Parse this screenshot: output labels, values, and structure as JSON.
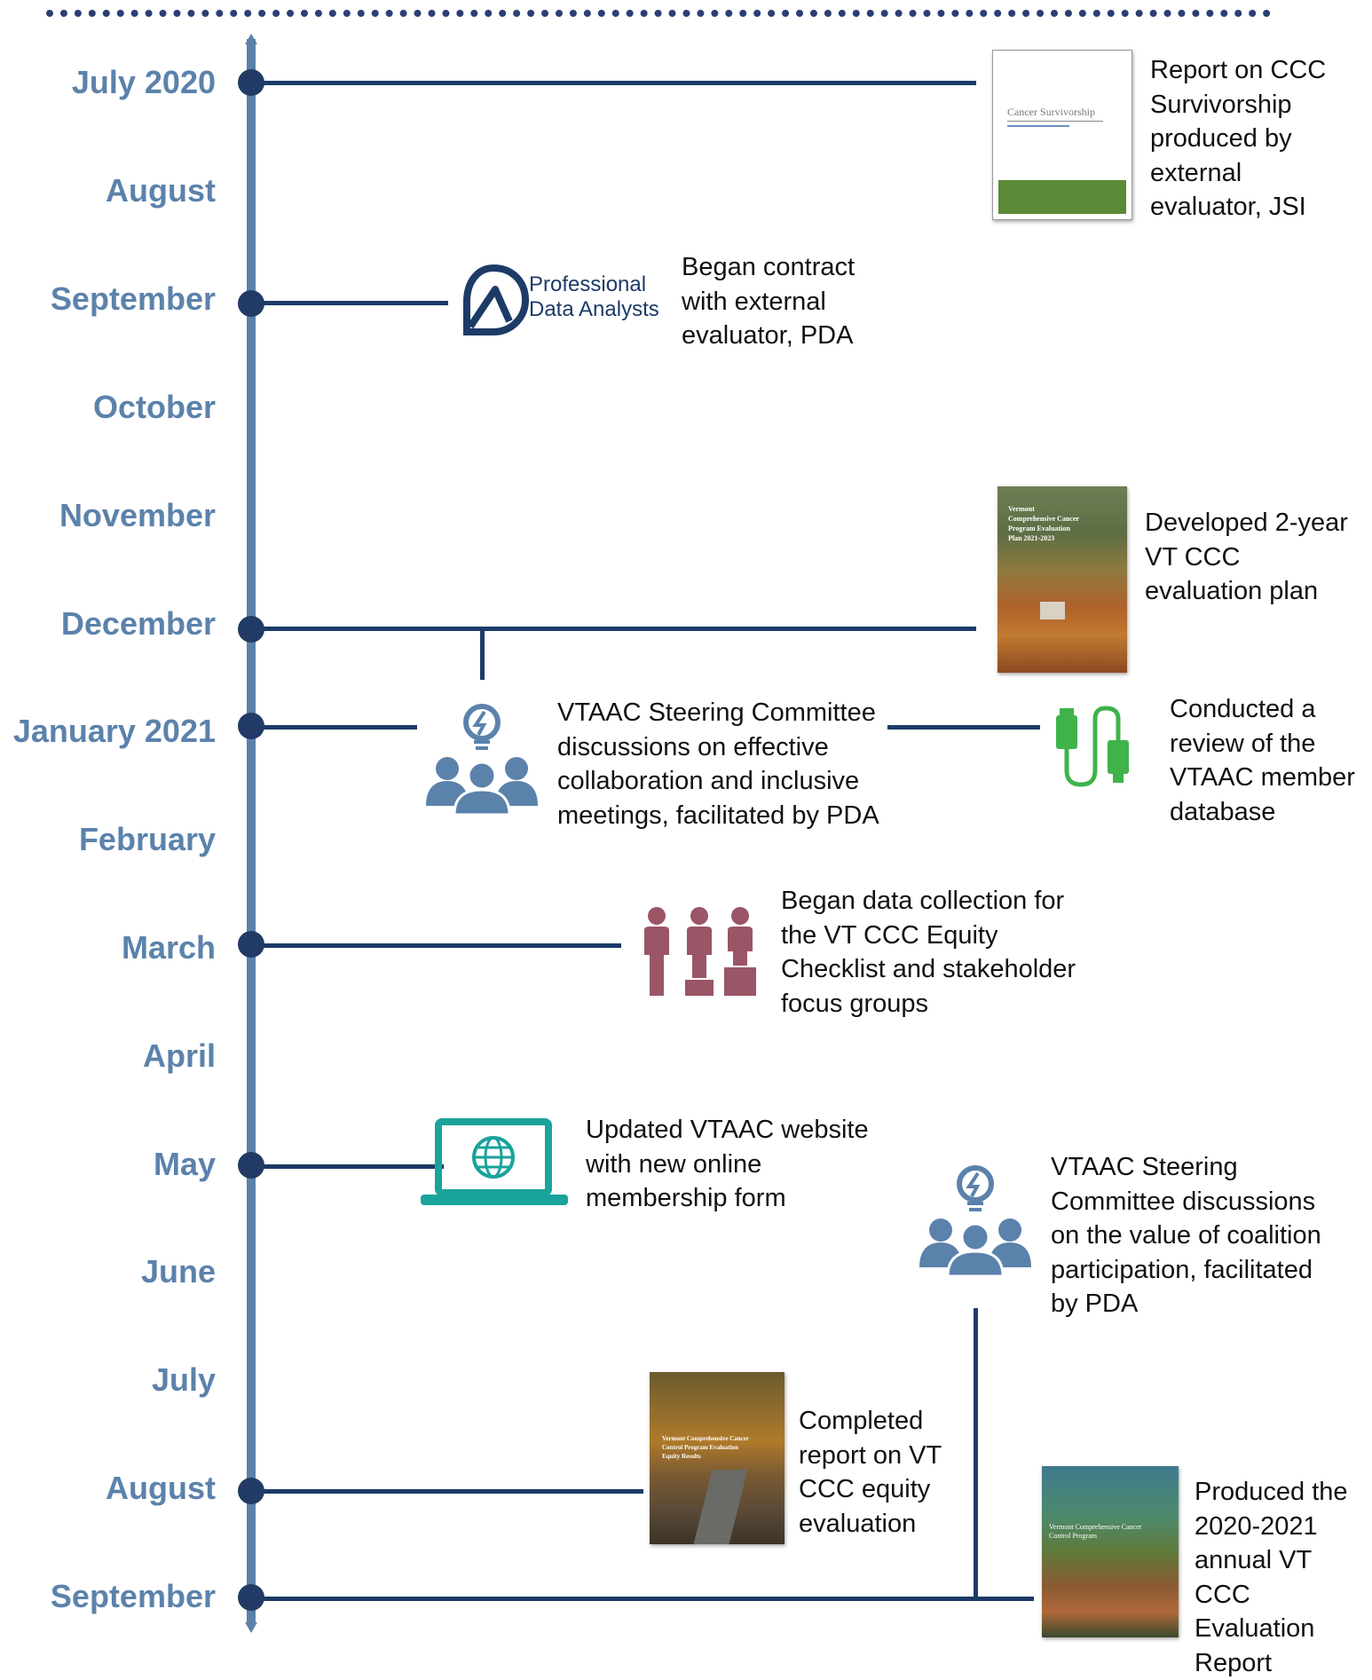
{
  "months": [
    "July 2020",
    "August",
    "September",
    "October",
    "November",
    "December",
    "January 2021",
    "February",
    "March",
    "April",
    "May",
    "June",
    "July",
    "August",
    "September"
  ],
  "events": {
    "jsi_report": "Report on CCC Survivorship produced by external evaluator, JSI",
    "pda_contract": "Began contract with external evaluator, PDA",
    "eval_plan": "Developed 2-year VT CCC evaluation plan",
    "steering_jan": "VTAAC Steering Committee discussions on effective collaboration and inclusive meetings, facilitated by PDA",
    "member_db": "Conducted a review of the VTAAC member database",
    "equity_data": "Began data collection for the VT CCC Equity Checklist and stakeholder focus groups",
    "website": "Updated VTAAC website with new online membership form",
    "steering_jun": "VTAAC Steering Committee discussions on the value of coalition participation, facilitated by PDA",
    "equity_report": "Completed report on VT CCC equity evaluation",
    "annual_report": "Produced the 2020-2021 annual VT CCC Evaluation Report"
  },
  "logo": {
    "line1": "Professional",
    "line2": "Data Analysts"
  },
  "covers": {
    "survivorship": "Cancer Survivorship",
    "eval_plan": "Vermont Comprehensive Cancer Program Evaluation Plan 2021-2023",
    "equity": "Vermont Comprehensive Cancer Control Program Evaluation Equity Results",
    "annual": "Vermont Comprehensive Cancer Control Program"
  },
  "icons": {
    "pda_logo": "pda-logo-icon",
    "team": "team-lightbulb-icon",
    "cable": "usb-cable-icon",
    "equity": "equity-people-icon",
    "laptop": "laptop-globe-icon"
  },
  "colors": {
    "month_text": "#5b82ab",
    "axis": "#5b82ab",
    "connector": "#1c3b67",
    "team_icon": "#5b82ab",
    "cable_icon": "#3fb24a",
    "equity_icon": "#9a5566",
    "laptop_icon": "#1aa39a",
    "pda_logo": "#1c3b67"
  }
}
